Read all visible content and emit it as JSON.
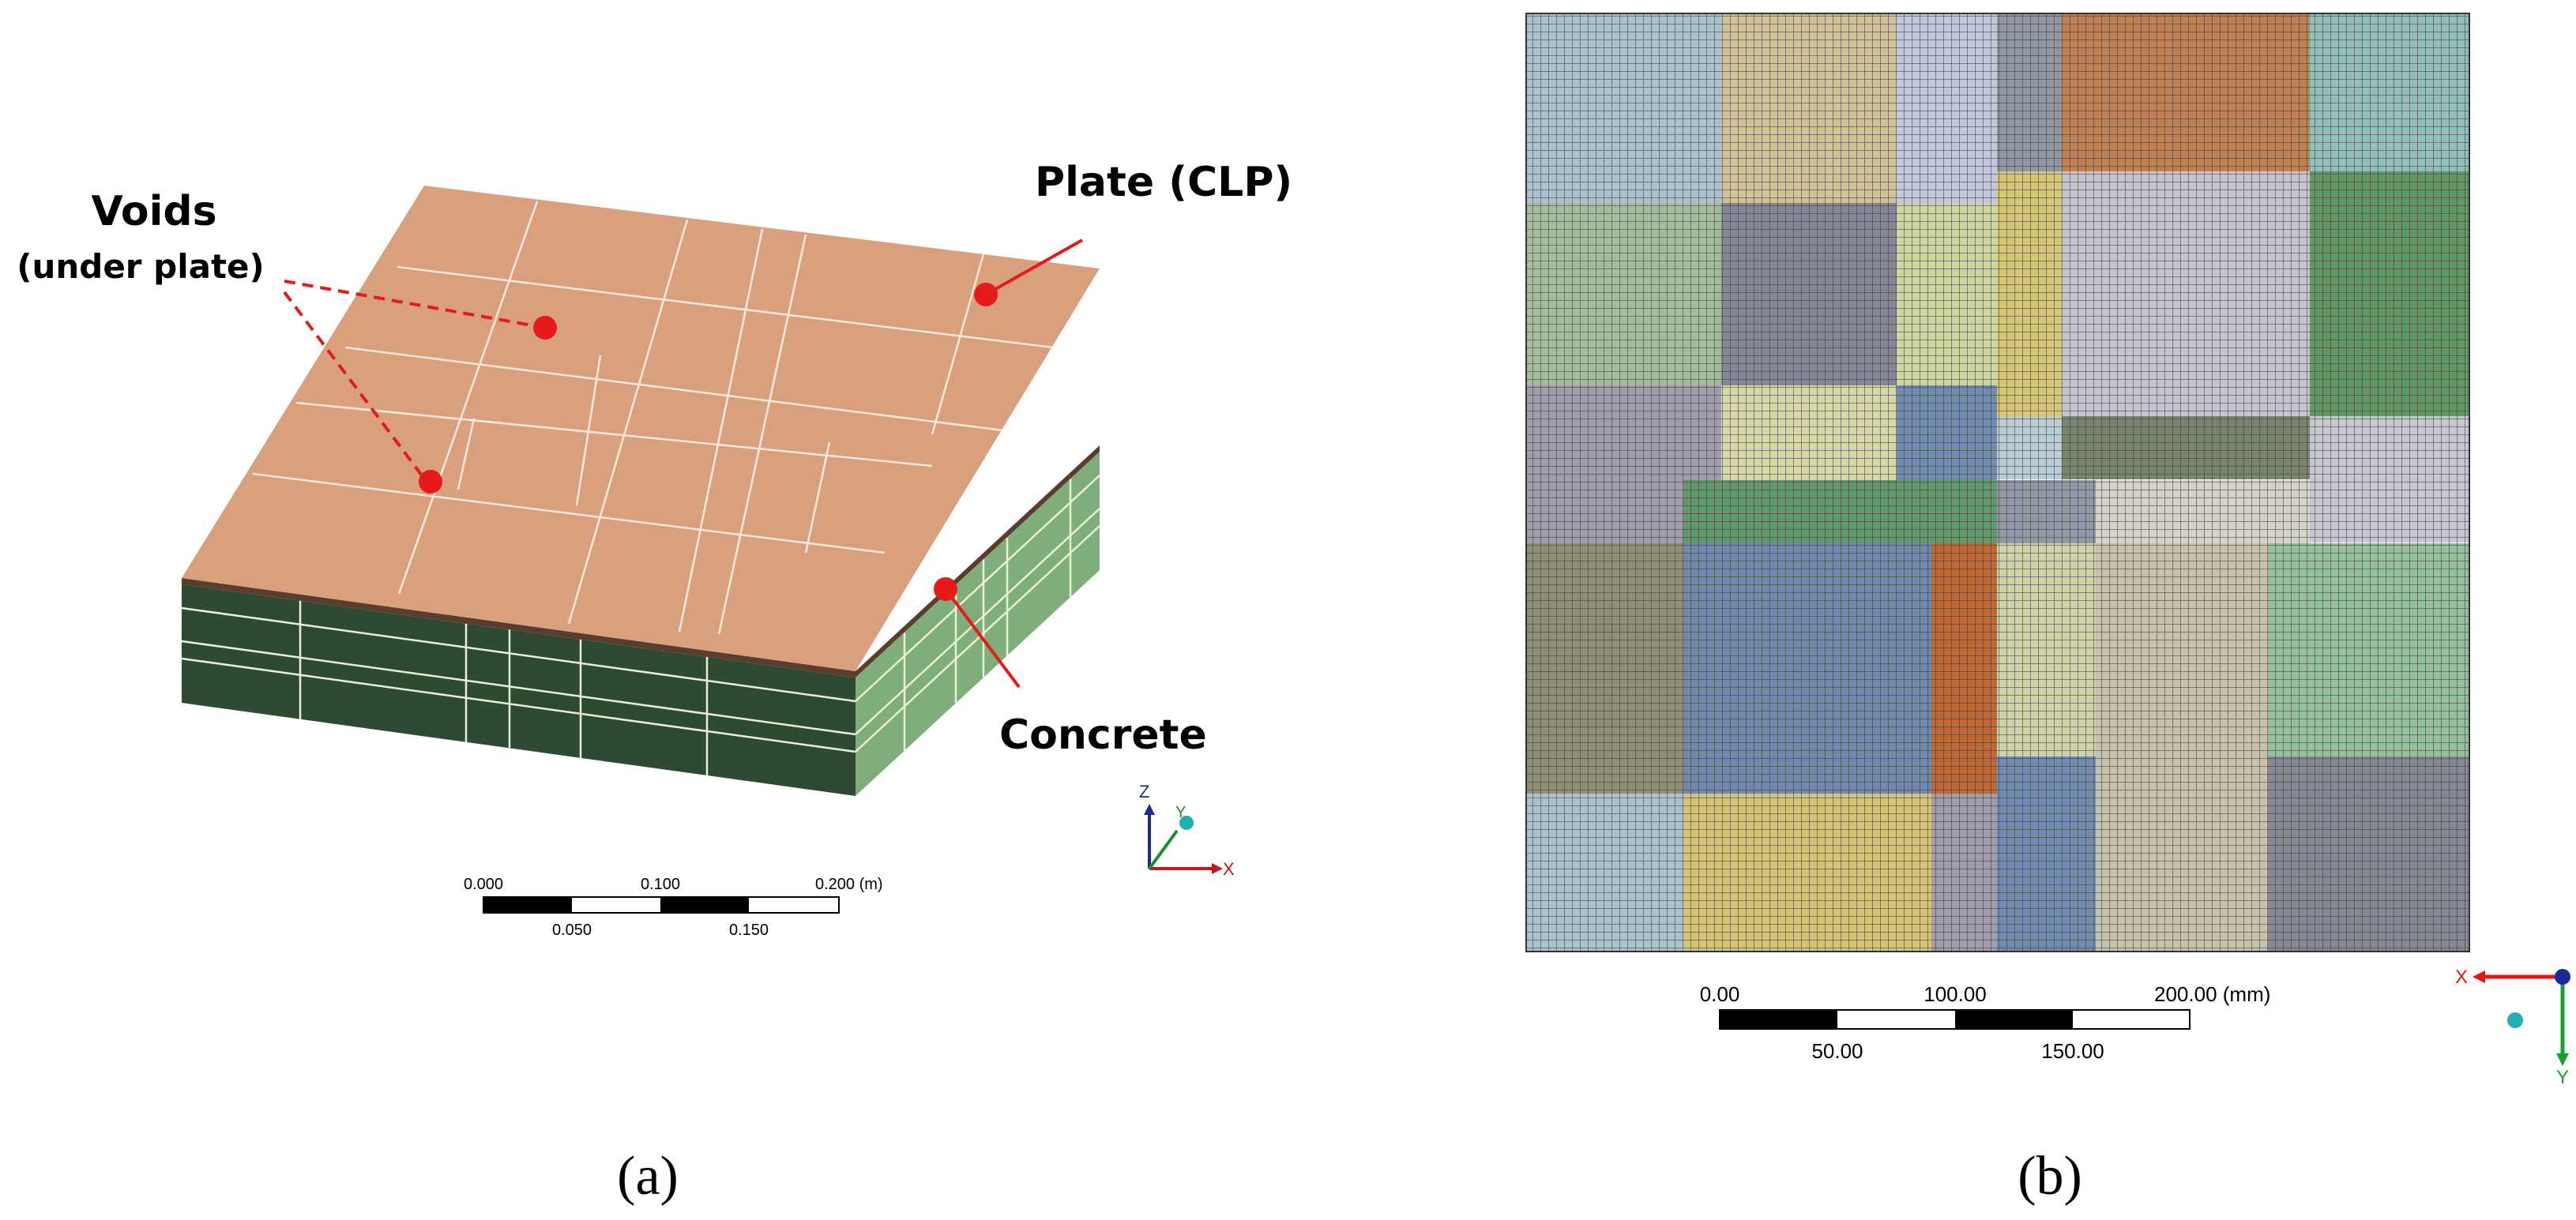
{
  "panel_a": {
    "labels": {
      "voids": "Voids",
      "voids_sub": "(under plate)",
      "plate": "Plate (CLP)",
      "concrete": "Concrete"
    },
    "scale": {
      "top_ticks": [
        "0.000",
        "0.100",
        "0.200 (m)"
      ],
      "bottom_ticks": [
        "0.050",
        "0.150"
      ]
    },
    "triad": {
      "z": "Z",
      "y": "Y",
      "x": "X"
    },
    "caption": "(a)",
    "colors": {
      "plate_top": "#D9A07E",
      "concrete_front": "#2F4A33",
      "concrete_side": "#7FAE7A",
      "callout": "#E8191B"
    }
  },
  "panel_b": {
    "scale": {
      "top_ticks": [
        "0.00",
        "100.00",
        "200.00 (mm)"
      ],
      "bottom_ticks": [
        "50.00",
        "150.00"
      ]
    },
    "triad": {
      "x": "X",
      "y": "Y"
    },
    "caption": "(b)",
    "grid_color": "#404040"
  }
}
